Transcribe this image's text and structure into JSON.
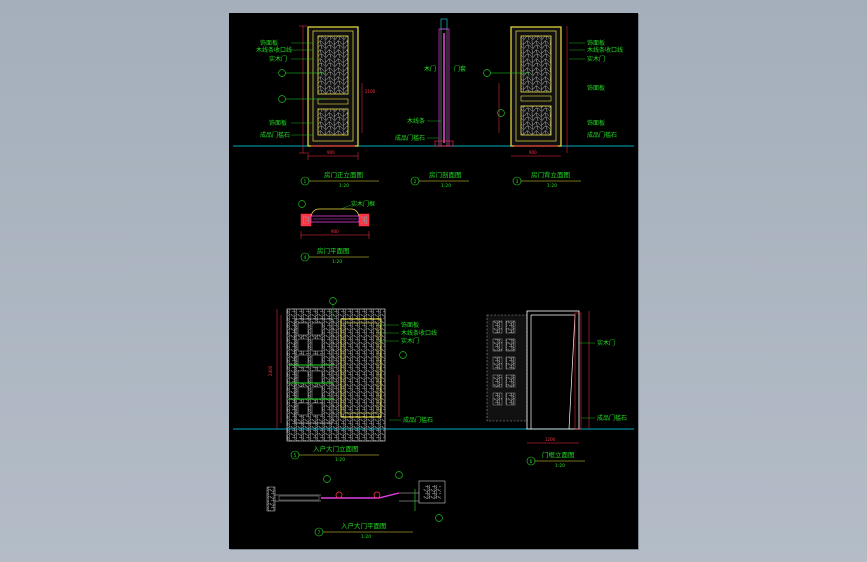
{
  "colors": {
    "sheet": "#000000",
    "workspace": "#acb6c2",
    "frame": "#f0e040",
    "text": "#22dd22",
    "dimension": "#ff3344",
    "floor": "#00e5ff",
    "accent": "#e040e0"
  },
  "views": {
    "front_elevation": {
      "title": "房门正立面图",
      "scale": "1:20",
      "tag": "1"
    },
    "side_section": {
      "title": "房门剖面图",
      "scale": "1:20",
      "tag": "2"
    },
    "back_elevation": {
      "title": "房门背立面图",
      "scale": "1:20",
      "tag": "3"
    },
    "plan_section": {
      "title": "房门平面图",
      "scale": "1:20",
      "tag": "4"
    },
    "double_door_elevation": {
      "title": "入户大门立面图",
      "scale": "1:20",
      "tag": "5"
    },
    "door_frame_elevation": {
      "title": "门框立面图",
      "scale": "1:20",
      "tag": "6"
    },
    "double_door_plan": {
      "title": "入户大门平面图",
      "scale": "1:20",
      "tag": "7"
    }
  },
  "callouts": {
    "front": [
      "饰面板",
      "木线条收口线",
      "实木门",
      "饰面板",
      "成品门槛石"
    ],
    "side": [
      "木门",
      "门套",
      "木线条",
      "成品门槛石"
    ],
    "back": [
      "饰面板",
      "木线条收口线",
      "实木门",
      "饰面板",
      "饰面板",
      "成品门槛石"
    ],
    "plan": [
      "实木门框"
    ],
    "double": [
      "饰面板",
      "木线条收口线",
      "实木门"
    ],
    "double_lower": "成品门槛石",
    "frame": [
      "实木门",
      "成品门槛石"
    ]
  },
  "dimensions": {
    "door_width": "900",
    "plan_width": "900",
    "frame_width": "1200",
    "door_height": "2100",
    "double_height": "2400"
  }
}
